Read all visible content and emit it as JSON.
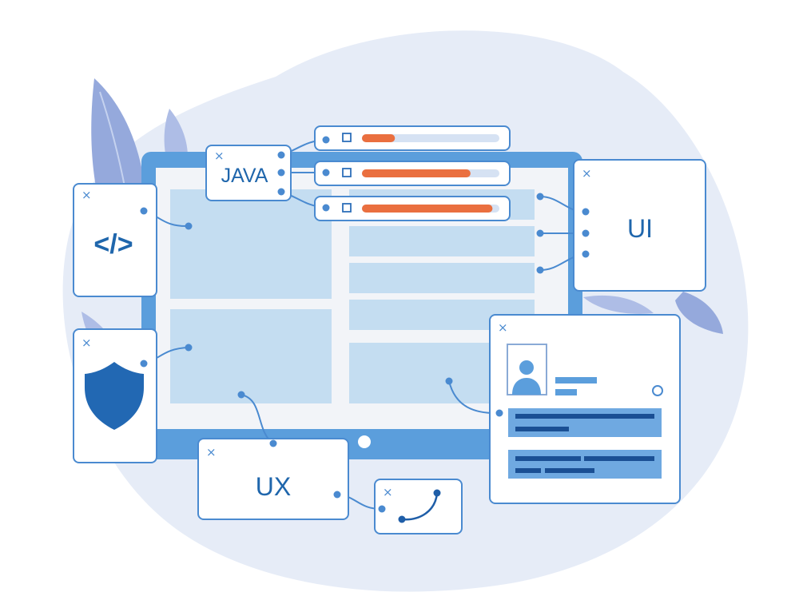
{
  "cards": {
    "code": {
      "glyph": "</>",
      "close": "×"
    },
    "java": {
      "label": "JAVA",
      "close": "×"
    },
    "ui": {
      "label": "UI",
      "close": "×"
    },
    "ux": {
      "label": "UX",
      "close": "×"
    },
    "security": {
      "close": "×"
    },
    "curve": {
      "close": "×"
    },
    "profile": {
      "close": "×"
    }
  },
  "progress_bars": [
    {
      "value": 0.24
    },
    {
      "value": 0.79
    },
    {
      "value": 0.95
    }
  ],
  "colors": {
    "accent_orange": "#ea6f3f",
    "primary_blue": "#2268b3",
    "line_blue": "#4a8ad0",
    "panel_blue": "#c4ddf1",
    "background_blob": "#e6ecf7",
    "leaf": "#95a9dc"
  }
}
